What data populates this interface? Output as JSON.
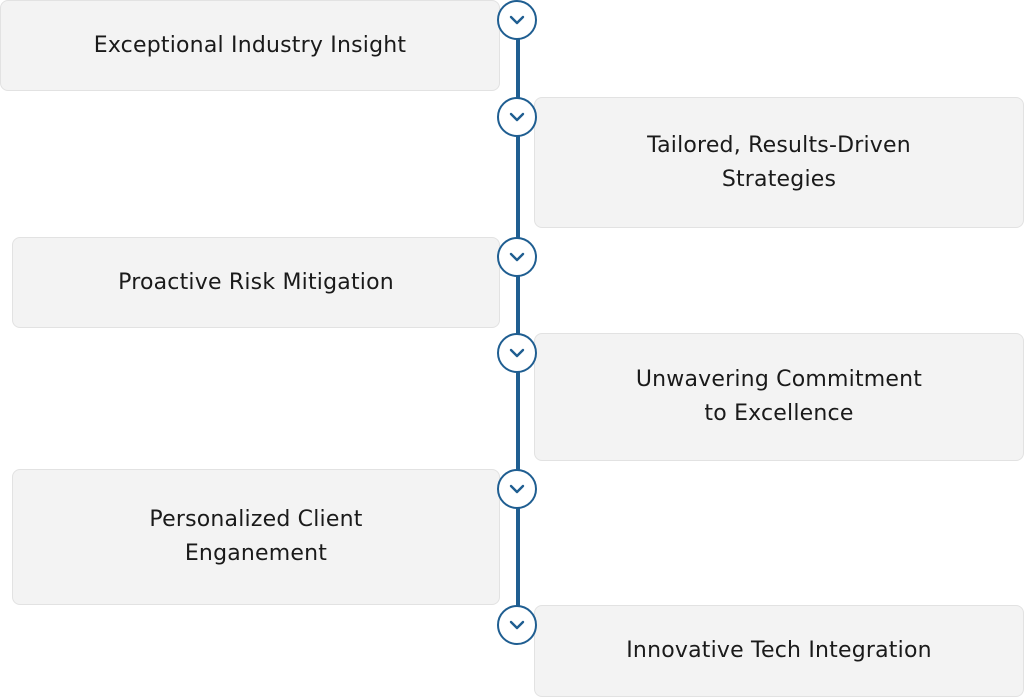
{
  "timeline": {
    "items": [
      {
        "label_line1": "Exceptional Industry Insight",
        "label_line2": "",
        "side": "left",
        "icon": "chevron-down-icon"
      },
      {
        "label_line1": "Tailored, Results-Driven",
        "label_line2": "Strategies",
        "side": "right",
        "icon": "chevron-down-icon"
      },
      {
        "label_line1": "Proactive Risk Mitigation",
        "label_line2": "",
        "side": "left",
        "icon": "chevron-down-icon"
      },
      {
        "label_line1": "Unwavering Commitment",
        "label_line2": "to Excellence",
        "side": "right",
        "icon": "chevron-down-icon"
      },
      {
        "label_line1": "Personalized Client",
        "label_line2": "Enganement",
        "side": "left",
        "icon": "chevron-down-icon"
      },
      {
        "label_line1": "Innovative Tech Integration",
        "label_line2": "",
        "side": "right",
        "icon": "chevron-down-icon"
      }
    ]
  },
  "colors": {
    "accent": "#1f5e91",
    "card_background": "#f3f3f3",
    "card_border": "#e2e2e2",
    "text": "#1a1a1a"
  }
}
